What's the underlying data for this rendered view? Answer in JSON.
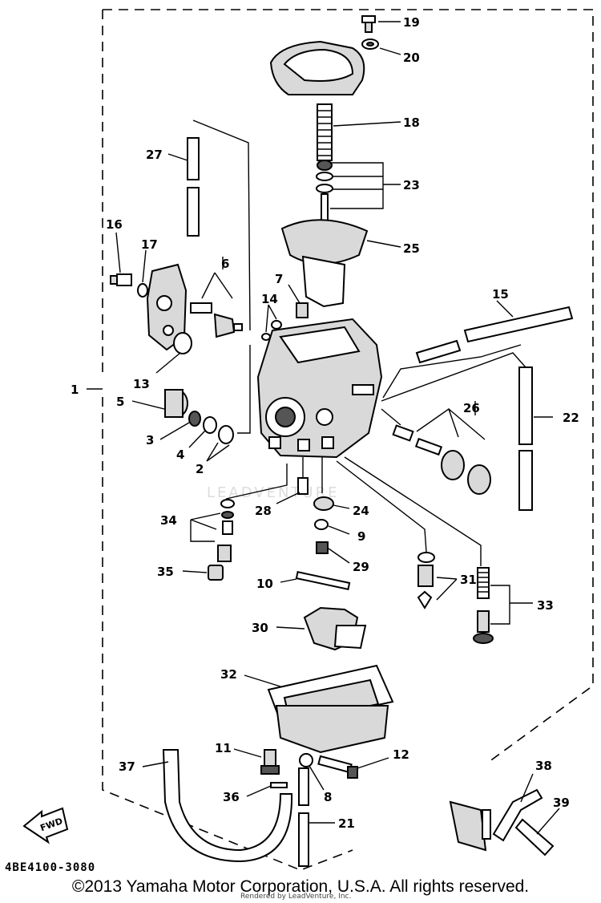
{
  "diagram": {
    "labels": {
      "l1": "1",
      "l2": "2",
      "l3": "3",
      "l4": "4",
      "l5": "5",
      "l6": "6",
      "l7": "7",
      "l8": "8",
      "l9": "9",
      "l10": "10",
      "l11": "11",
      "l12": "12",
      "l13": "13",
      "l14": "14",
      "l15": "15",
      "l16": "16",
      "l17": "17",
      "l18": "18",
      "l19": "19",
      "l20": "20",
      "l21": "21",
      "l22": "22",
      "l23": "23",
      "l24": "24",
      "l25": "25",
      "l26": "26",
      "l27": "27",
      "l28": "28",
      "l29": "29",
      "l30": "30",
      "l31": "31",
      "l32": "32",
      "l33": "33",
      "l34": "34",
      "l35": "35",
      "l36": "36",
      "l37": "37",
      "l38": "38",
      "l39": "39"
    },
    "fwd_label": "FWD",
    "watermark": "LEADVENTURE",
    "part_code": "4BE4100-3080"
  },
  "footer": {
    "copyright": "©2013 Yamaha Motor Corporation, U.S.A. All rights reserved.",
    "rendered_by": "Rendered by LeadVenture, Inc."
  }
}
